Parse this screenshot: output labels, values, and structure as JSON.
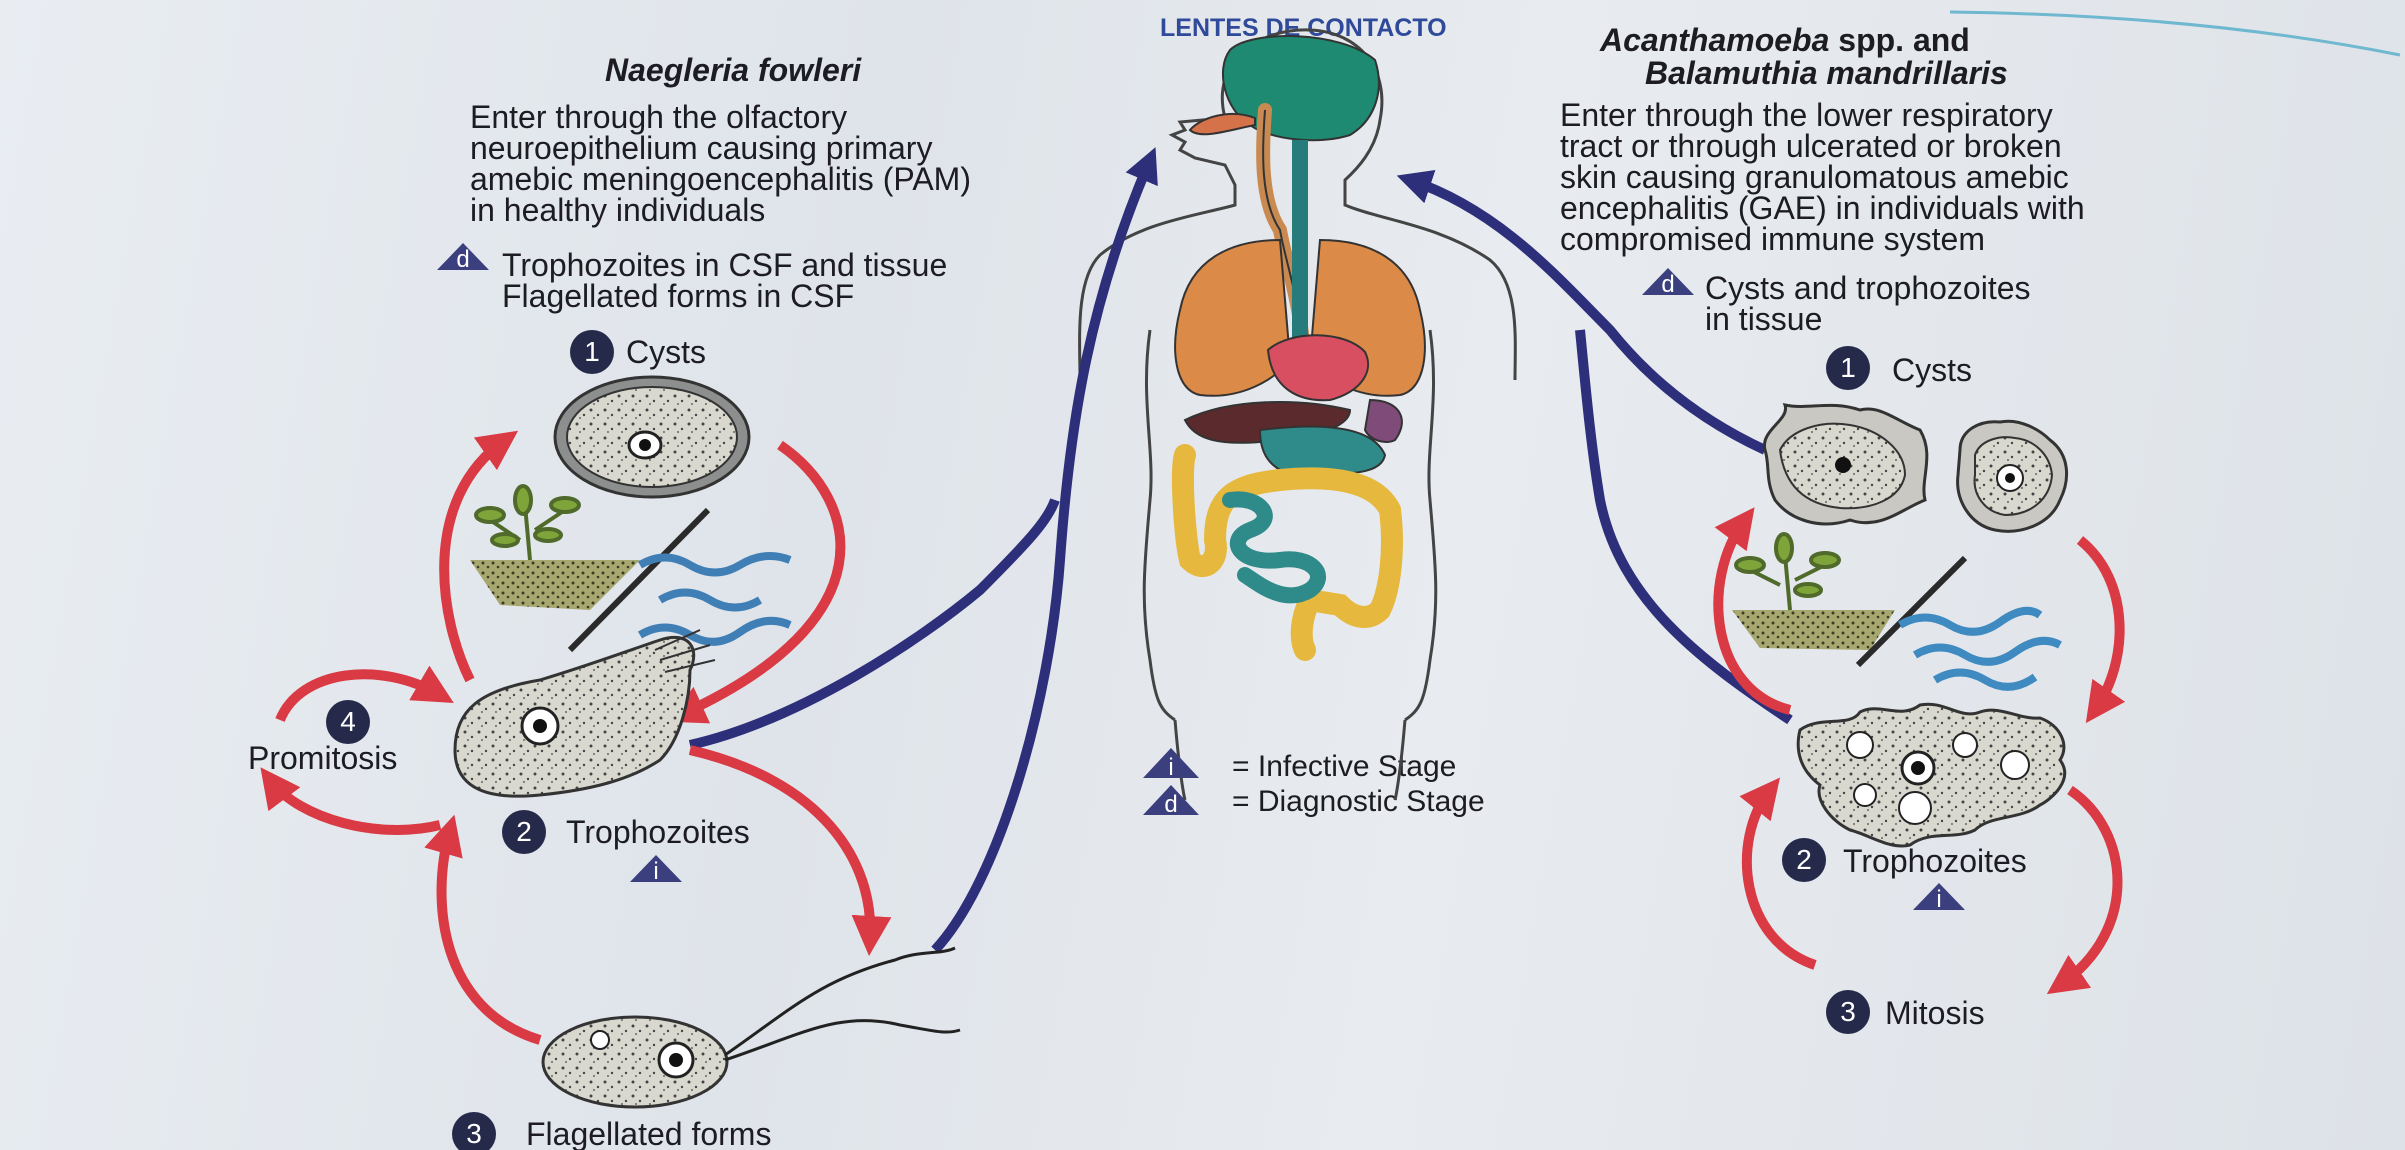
{
  "header": "LENTES DE CONTACTO",
  "left": {
    "title": "Naegleria fowleri",
    "desc": [
      "Enter through the olfactory",
      "neuroepithelium causing primary",
      "amebic meningoencephalitis (PAM)",
      "in healthy individuals"
    ],
    "diag_marker": "d",
    "diag": [
      "Trophozoites in CSF and tissue",
      "Flagellated forms in CSF"
    ],
    "stages": [
      {
        "num": "1",
        "label": "Cysts"
      },
      {
        "num": "2",
        "label": "Trophozoites"
      },
      {
        "num": "3",
        "label": "Flagellated forms"
      },
      {
        "num": "4",
        "label": "Promitosis"
      }
    ],
    "infective_marker": "i"
  },
  "right": {
    "title_italic": "Acanthamoeba",
    "title_rest": " spp. and",
    "title2": "Balamuthia mandrillaris",
    "desc": [
      "Enter through the lower respiratory",
      "tract or through ulcerated or broken",
      "skin causing granulomatous amebic",
      "encephalitis (GAE) in individuals with",
      "compromised immune system"
    ],
    "diag_marker": "d",
    "diag": [
      "Cysts and trophozoites",
      "in tissue"
    ],
    "stages": [
      {
        "num": "1",
        "label": "Cysts"
      },
      {
        "num": "2",
        "label": "Trophozoites"
      },
      {
        "num": "3",
        "label": "Mitosis"
      }
    ],
    "infective_marker": "i"
  },
  "legend": [
    {
      "marker": "i",
      "text": "= Infective Stage"
    },
    {
      "marker": "d",
      "text": "= Diagnostic Stage"
    }
  ],
  "colors": {
    "cycle_arrow": "#d93a44",
    "route_arrow": "#2d2f7a",
    "header": "#2f4a9a",
    "marker": "#3b3f7e"
  }
}
